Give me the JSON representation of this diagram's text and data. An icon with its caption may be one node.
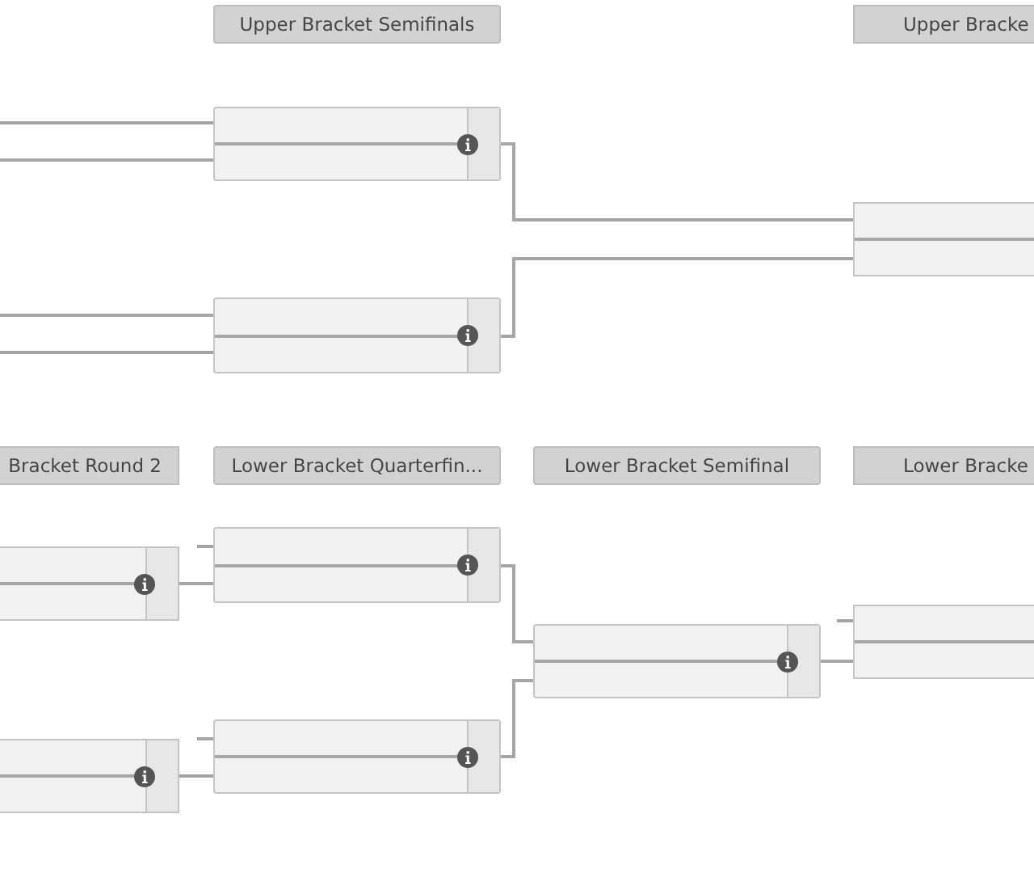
{
  "diagram": {
    "nodes": [
      {
        "text": [
          "Upper Bracket Semifinals"
        ]
      },
      {
        "text": [
          "Upper Bracke"
        ]
      },
      {
        "text": [],
        "shape": "box"
      },
      {
        "text": [],
        "shape": "box"
      },
      {
        "text": [],
        "shape": "box"
      },
      {
        "text": [
          "Bracket Round 2"
        ]
      },
      {
        "text": [
          "Lower Bracket Quarterfin..."
        ]
      },
      {
        "text": [
          "Lower Bracket Semifinal"
        ]
      },
      {
        "text": [
          "Lower Bracke"
        ]
      },
      {
        "text": [],
        "shape": "box"
      },
      {
        "text": [],
        "shape": "box"
      },
      {
        "text": [],
        "shape": "box"
      },
      {
        "text": [],
        "shape": "box"
      },
      {
        "text": [],
        "shape": "box"
      },
      {
        "text": [],
        "shape": "box"
      }
    ],
    "edges": [
      {
        "from": null,
        "to": 2,
        "arrow": "none"
      },
      {
        "from": null,
        "to": 2,
        "arrow": "none"
      },
      {
        "from": null,
        "to": 3,
        "arrow": "none"
      },
      {
        "from": null,
        "to": 3,
        "arrow": "none"
      },
      {
        "from": 2,
        "to": 4,
        "arrow": "none"
      },
      {
        "from": 3,
        "to": 4,
        "arrow": "none"
      },
      {
        "from": null,
        "to": 10,
        "arrow": "none"
      },
      {
        "from": 9,
        "to": 10,
        "arrow": "none"
      },
      {
        "from": null,
        "to": 12,
        "arrow": "none"
      },
      {
        "from": 11,
        "to": 12,
        "arrow": "none"
      },
      {
        "from": 10,
        "to": 13,
        "arrow": "none"
      },
      {
        "from": 12,
        "to": 13,
        "arrow": "none"
      },
      {
        "from": null,
        "to": 14,
        "arrow": "none"
      },
      {
        "from": 13,
        "to": 14,
        "arrow": "none"
      }
    ]
  }
}
